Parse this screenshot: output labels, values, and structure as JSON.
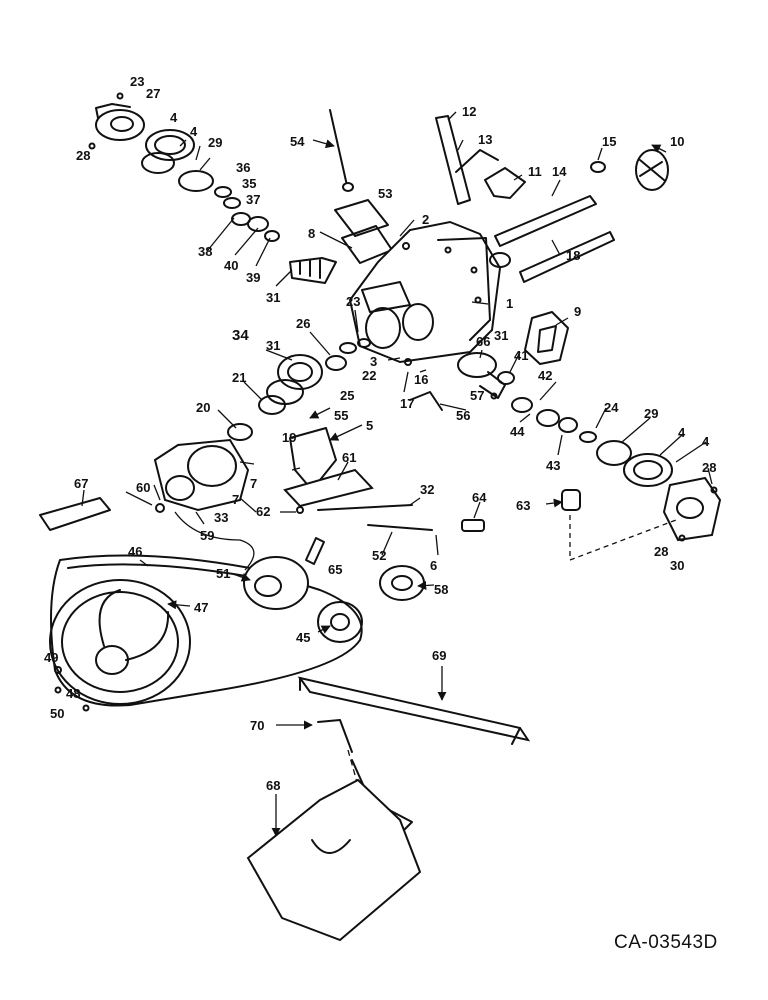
{
  "drawing": {
    "reference": "CA-03543D",
    "callouts": [
      "1",
      "2",
      "3",
      "4",
      "5",
      "6",
      "7",
      "8",
      "9",
      "10",
      "11",
      "12",
      "13",
      "14",
      "15",
      "16",
      "17",
      "18",
      "19",
      "20",
      "21",
      "22",
      "23",
      "24",
      "25",
      "26",
      "27",
      "28",
      "29",
      "30",
      "31",
      "32",
      "33",
      "34",
      "35",
      "36",
      "37",
      "38",
      "39",
      "40",
      "41",
      "42",
      "43",
      "44",
      "45",
      "46",
      "47",
      "48",
      "49",
      "50",
      "51",
      "52",
      "53",
      "54",
      "55",
      "56",
      "57",
      "58",
      "59",
      "60",
      "61",
      "62",
      "63",
      "64",
      "65",
      "66",
      "67",
      "68",
      "69",
      "70"
    ]
  },
  "colors": {
    "ink": "#111111",
    "paper": "#ffffff"
  }
}
